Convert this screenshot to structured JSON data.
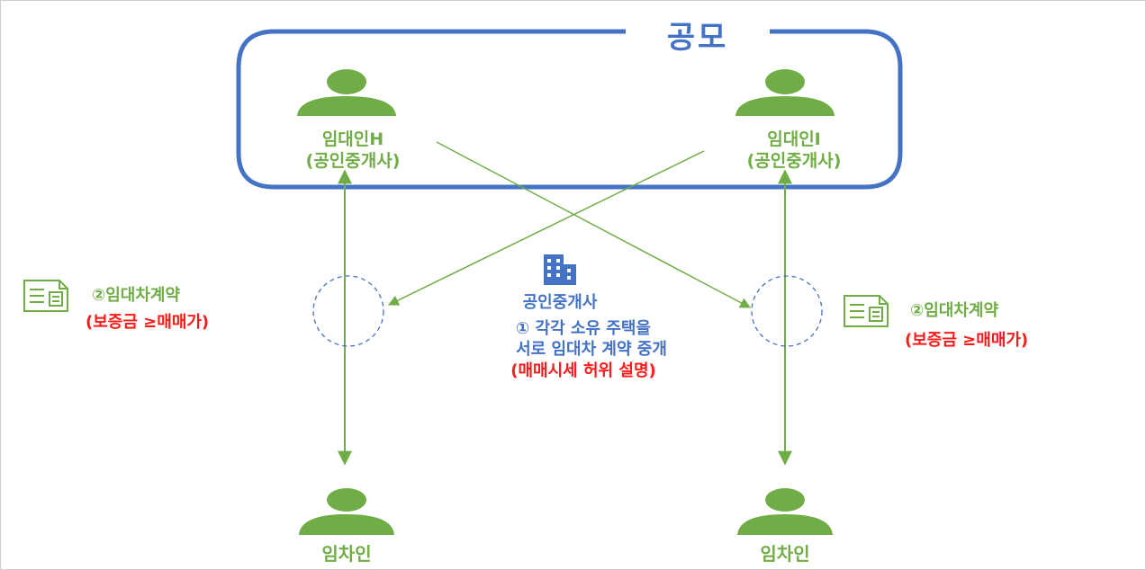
{
  "group": {
    "title": "공모"
  },
  "landlord_h": {
    "name": "임대인H",
    "role": "(공인중개사)"
  },
  "landlord_i": {
    "name": "임대인I",
    "role": "(공인중개사)"
  },
  "tenant_left": {
    "name": "임차인"
  },
  "tenant_right": {
    "name": "임차인"
  },
  "broker": {
    "icon": "building-icon",
    "label": "공인중개사",
    "step_line1": "① 각각 소유 주택을",
    "step_line2": "서로 임대차 계약 중개",
    "false_explanation": "(매매시세 허위 설명)"
  },
  "contract_left": {
    "icon": "document-icon",
    "label": "②임대차계약",
    "condition": "(보증금 ≥매매가)"
  },
  "contract_right": {
    "icon": "document-icon",
    "label": "②임대차계약",
    "condition": "(보증금 ≥매매가)"
  },
  "colors": {
    "green": "#70ad47",
    "blue": "#4472c4",
    "red": "#ff1a1a"
  }
}
